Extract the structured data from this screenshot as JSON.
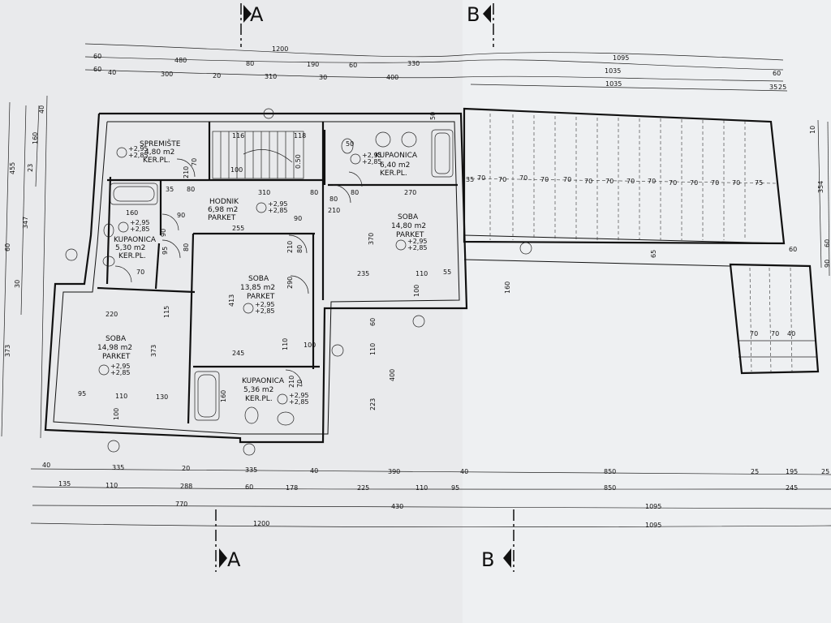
{
  "sections": {
    "a_top": "A",
    "b_top": "B",
    "a_bottom": "A",
    "b_bottom": "B"
  },
  "rooms": [
    {
      "name": "SPREMIŠTE",
      "area": "4,80 m2",
      "floor": "KER.PL.",
      "level1": "+2,95",
      "level2": "+2,85"
    },
    {
      "name": "HODNIK",
      "area": "6,98 m2",
      "floor": "PARKET",
      "level1": "+2,95",
      "level2": "+2,85"
    },
    {
      "name": "KUPAONICA",
      "area": "6,40 m2",
      "floor": "KER.PL.",
      "level1": "+2,95",
      "level2": "+2,85"
    },
    {
      "name": "SOBA",
      "area": "14,80 m2",
      "floor": "PARKET",
      "level1": "+2,95",
      "level2": "+2,85"
    },
    {
      "name": "KUPAONICA",
      "area": "5,30 m2",
      "floor": "KER.PL.",
      "level1": "+2,95",
      "level2": "+2,85"
    },
    {
      "name": "SOBA",
      "area": "13,85 m2",
      "floor": "PARKET",
      "level1": "+2,95",
      "level2": "+2,85"
    },
    {
      "name": "SOBA",
      "area": "14,98 m2",
      "floor": "PARKET",
      "level1": "+2,95",
      "level2": "+2,85"
    },
    {
      "name": "KUPAONICA",
      "area": "5,36 m2",
      "floor": "KER.PL.",
      "level1": "+2,95",
      "level2": "+2,85"
    }
  ],
  "top_dims": {
    "total": "1200",
    "row1": [
      "60",
      "480",
      "80",
      "190",
      "60",
      "330",
      "1095"
    ],
    "row2": [
      "60",
      "40",
      "300",
      "20",
      "310",
      "30",
      "400",
      "1035",
      "60"
    ],
    "row3": [
      "1035",
      "35",
      "25"
    ]
  },
  "bottom_dims": {
    "row1": [
      "40",
      "335",
      "20",
      "335",
      "40",
      "390",
      "40",
      "850",
      "25",
      "195",
      "25"
    ],
    "row2": [
      "135",
      "110",
      "288",
      "60",
      "178",
      "225",
      "110",
      "95",
      "850",
      "245"
    ],
    "row3": [
      "770",
      "430",
      "1095"
    ],
    "row4": [
      "1200",
      "1095"
    ]
  },
  "left_dims": [
    "455",
    "347",
    "373",
    "160",
    "40",
    "23",
    "60",
    "30"
  ],
  "right_dims": [
    "354",
    "10",
    "90",
    "60"
  ],
  "interior_dims": [
    "116",
    "118",
    "0.50",
    "100",
    "210",
    "70",
    "80",
    "160",
    "35",
    "80",
    "310",
    "90",
    "255",
    "80",
    "90",
    "50",
    "80",
    "270",
    "210",
    "90",
    "70",
    "80",
    "95",
    "370",
    "235",
    "110",
    "55",
    "100",
    "413",
    "290",
    "210",
    "80",
    "220",
    "115",
    "373",
    "245",
    "110",
    "100",
    "160",
    "210",
    "70",
    "95",
    "110",
    "130",
    "100",
    "60",
    "110",
    "400",
    "223",
    "160",
    "65",
    "60",
    "70",
    "75",
    "35",
    "50",
    "40"
  ]
}
